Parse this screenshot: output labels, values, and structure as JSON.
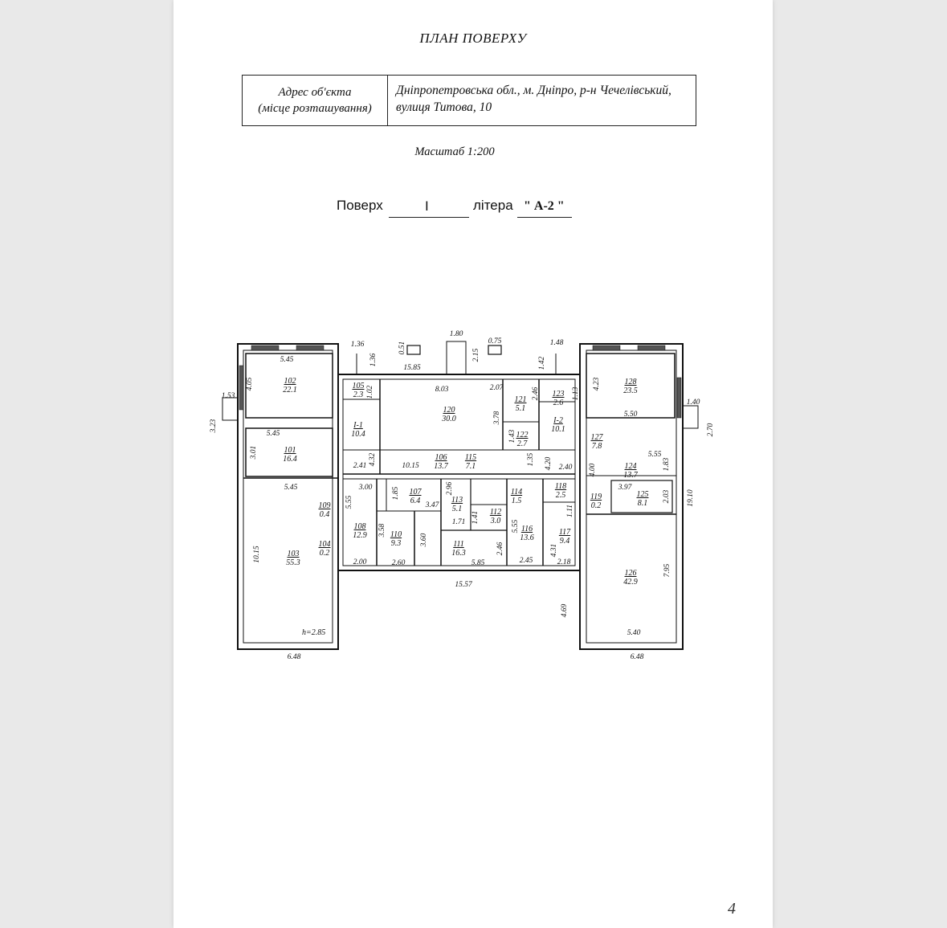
{
  "document": {
    "title": "ПЛАН ПОВЕРХУ",
    "address_label_line1": "Адрес об'єкта",
    "address_label_line2": "(місце розташування)",
    "address_value_line1": "Дніпропетровська обл., м. Дніпро, р-н Чечелівський,",
    "address_value_line2": "вулиця Титова, 10",
    "scale": "Масштаб 1:200",
    "floor_label": "Поверх",
    "floor_value": "I",
    "letter_label": "літера",
    "letter_value": "\" А-2 \"",
    "page_number": "4"
  },
  "plan": {
    "height_note": "h=2.85",
    "rooms": [
      {
        "num": "102",
        "area": "22.1"
      },
      {
        "num": "101",
        "area": "16.4"
      },
      {
        "num": "103",
        "area": "55.3"
      },
      {
        "num": "109",
        "area": "0.4"
      },
      {
        "num": "104",
        "area": "0.2"
      },
      {
        "num": "105",
        "area": "2.3"
      },
      {
        "num": "I-1",
        "area": "10.4"
      },
      {
        "num": "120",
        "area": "30.0"
      },
      {
        "num": "121",
        "area": "5.1"
      },
      {
        "num": "122",
        "area": "2.7"
      },
      {
        "num": "123",
        "area": "2.6"
      },
      {
        "num": "I-2",
        "area": "10.1"
      },
      {
        "num": "127",
        "area": "7.8"
      },
      {
        "num": "128",
        "area": "23.5"
      },
      {
        "num": "124",
        "area": "13.7"
      },
      {
        "num": "106",
        "area": "13.7"
      },
      {
        "num": "115",
        "area": "7.1"
      },
      {
        "num": "107",
        "area": "6.4"
      },
      {
        "num": "113",
        "area": "5.1"
      },
      {
        "num": "112",
        "area": "3.0"
      },
      {
        "num": "114",
        "area": "1.5"
      },
      {
        "num": "118",
        "area": "2.5"
      },
      {
        "num": "119",
        "area": "0.2"
      },
      {
        "num": "125",
        "area": "8.1"
      },
      {
        "num": "108",
        "area": "12.9"
      },
      {
        "num": "110",
        "area": "9.3"
      },
      {
        "num": "111",
        "area": "16.3"
      },
      {
        "num": "116",
        "area": "13.6"
      },
      {
        "num": "117",
        "area": "9.4"
      },
      {
        "num": "126",
        "area": "42.9"
      }
    ],
    "dimensions": [
      "5.45",
      "4.05",
      "1.53",
      "3.23",
      "5.45",
      "3.01",
      "5.45",
      "10.15",
      "6.48",
      "1.36",
      "1.36",
      "0.51",
      "1.80",
      "0.75",
      "15.85",
      "2.15",
      "1.48",
      "1.42",
      "8.03",
      "2.07",
      "2.46",
      "1.13",
      "1.02",
      "3.78",
      "1.43",
      "4.32",
      "2.41",
      "10.15",
      "1.35",
      "4.20",
      "2.40",
      "4.00",
      "4.23",
      "5.50",
      "1.40",
      "2.70",
      "5.55",
      "1.83",
      "3.97",
      "2.03",
      "19.10",
      "3.00",
      "1.85",
      "2.96",
      "3.47",
      "5.55",
      "1.71",
      "1.41",
      "5.55",
      "1.11",
      "3.58",
      "3.60",
      "2.46",
      "4.31",
      "2.00",
      "2.60",
      "5.85",
      "2.45",
      "2.18",
      "15.57",
      "4.69",
      "7.95",
      "5.40",
      "6.48"
    ]
  }
}
